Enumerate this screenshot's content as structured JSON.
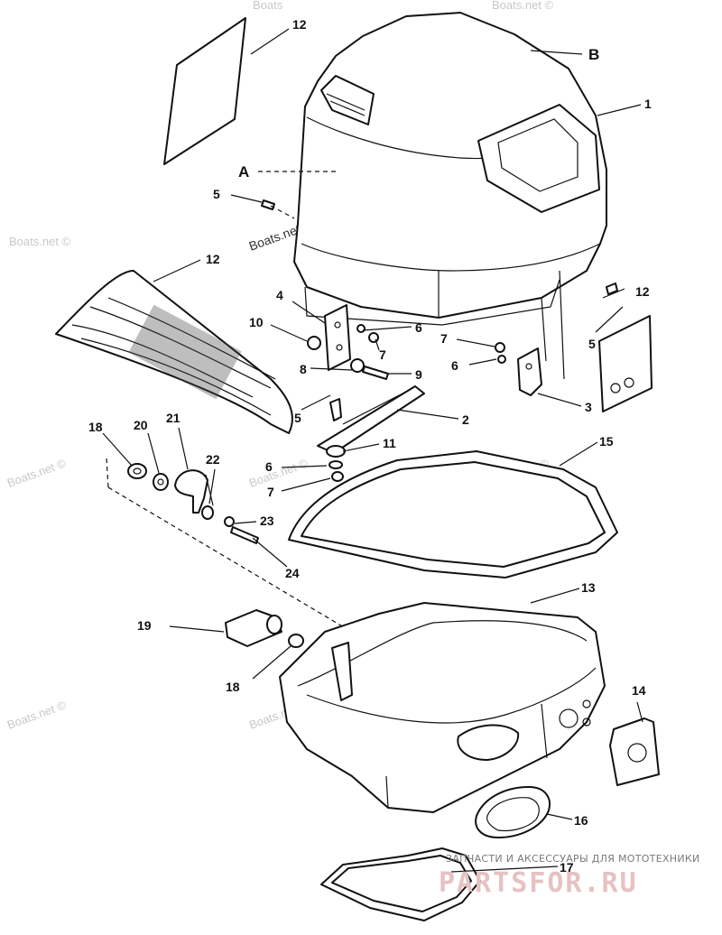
{
  "watermarks": {
    "brand": "Boats.net ©",
    "brand_top": "Boats",
    "brand_top_right": "Boats.net ©"
  },
  "callouts": {
    "A": "A",
    "B": "B",
    "n1": "1",
    "n2": "2",
    "n3": "3",
    "n4": "4",
    "n5a": "5",
    "n5b": "5",
    "n5c": "5",
    "n6a": "6",
    "n6b": "6",
    "n6c": "6",
    "n7a": "7",
    "n7b": "7",
    "n7c": "7",
    "n8": "8",
    "n9": "9",
    "n10": "10",
    "n11": "11",
    "n12a": "12",
    "n12b": "12",
    "n12c": "12",
    "n13": "13",
    "n14": "14",
    "n15": "15",
    "n16": "16",
    "n17": "17",
    "n18a": "18",
    "n18b": "18",
    "n19": "19",
    "n20": "20",
    "n21": "21",
    "n22": "22",
    "n23": "23",
    "n24": "24"
  },
  "footer": {
    "tagline": "ЗАПЧАСТИ И АКСЕССУАРЫ ДЛЯ МОТОТЕХНИКИ",
    "logo": "PARTSFOR.RU"
  }
}
